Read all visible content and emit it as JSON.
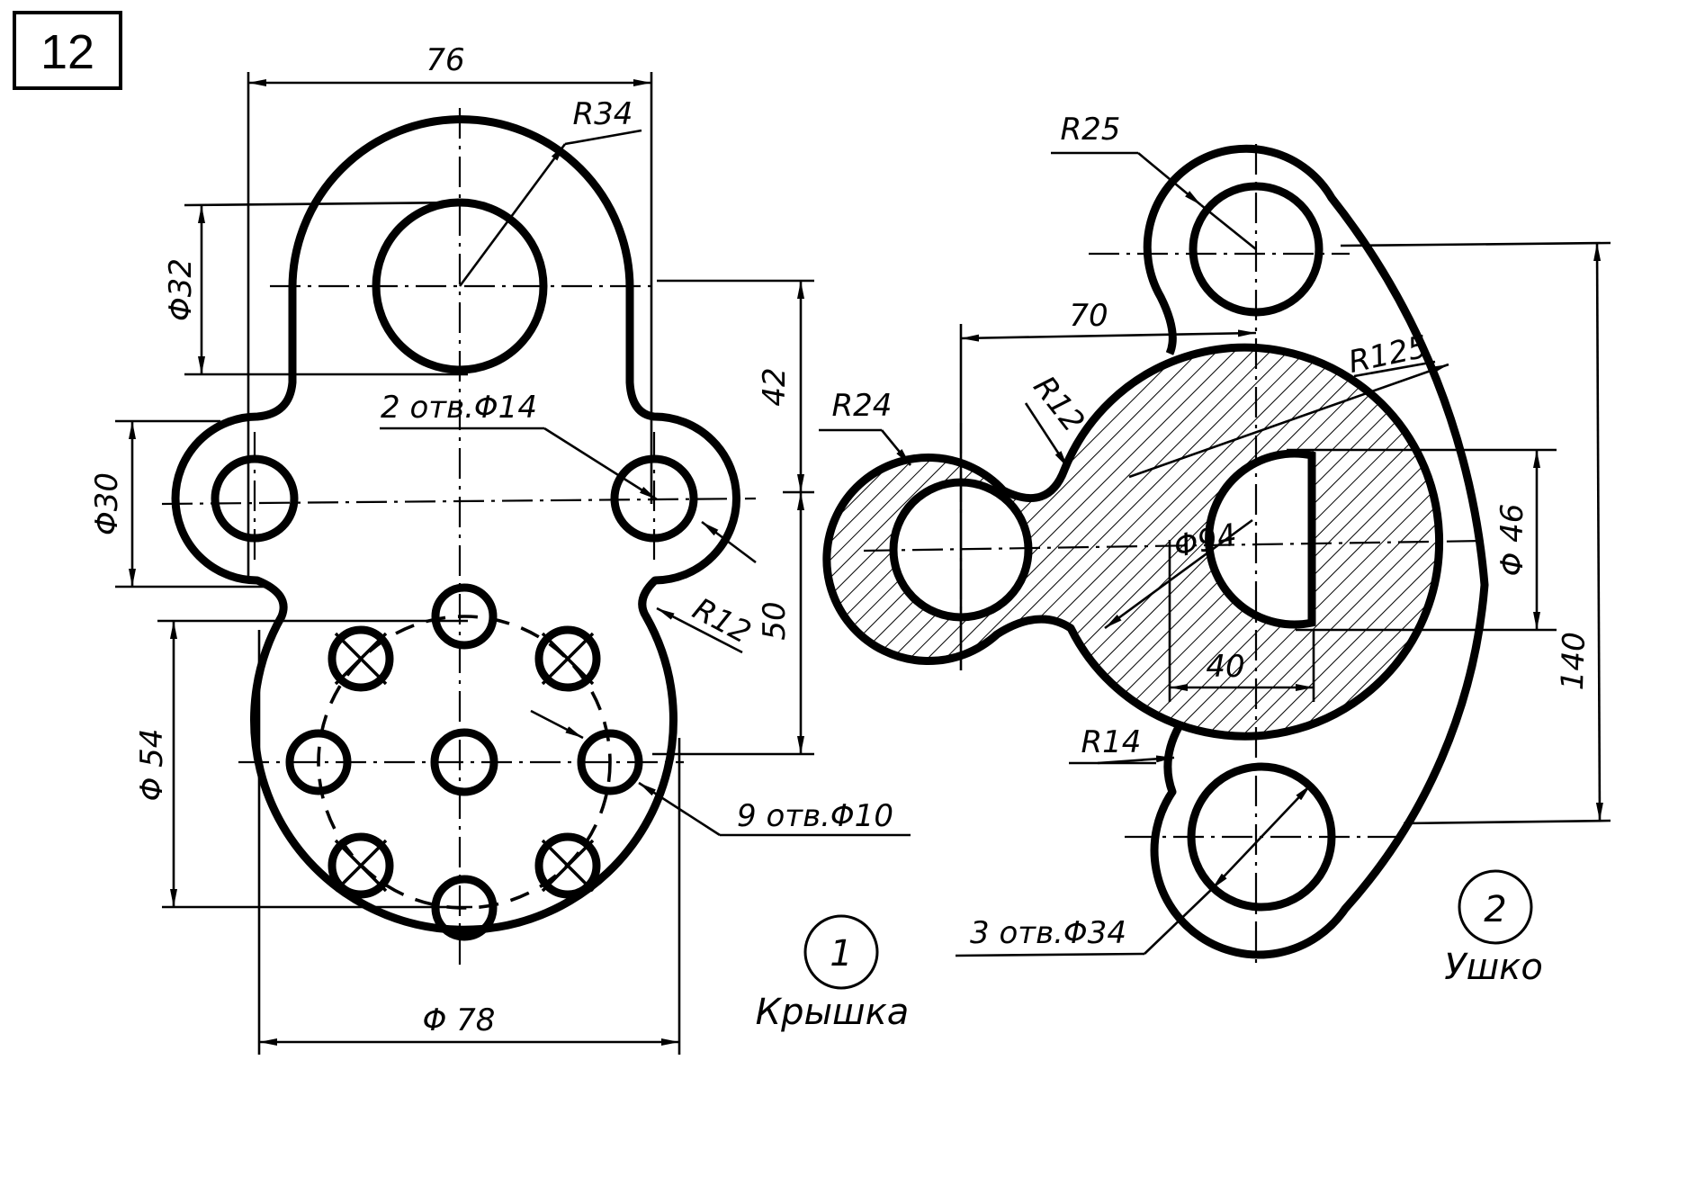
{
  "sheet_number": "12",
  "part1": {
    "number": "1",
    "name": "Крышка",
    "dims": {
      "width_top": "76",
      "radius_top": "R34",
      "dia_top_hole": "Φ32",
      "holes_2": "2 отв.Φ14",
      "dia_ear": "Φ30",
      "vert_42": "42",
      "vert_50": "50",
      "radius_fillet": "R12",
      "dia_54": "Φ 54",
      "holes_9": "9 отв.Φ10",
      "dia_78": "Φ 78"
    }
  },
  "part2": {
    "number": "2",
    "name": "Ушко",
    "dims": {
      "radius_25": "R25",
      "horiz_70": "70",
      "radius_125": "R125",
      "radius_24": "R24",
      "radius_12": "R12",
      "dia_94": "Φ94",
      "dia_46": "Φ 46",
      "horiz_40": "40",
      "vert_140": "140",
      "radius_14": "R14",
      "holes_3": "3 отв.Φ34"
    }
  }
}
